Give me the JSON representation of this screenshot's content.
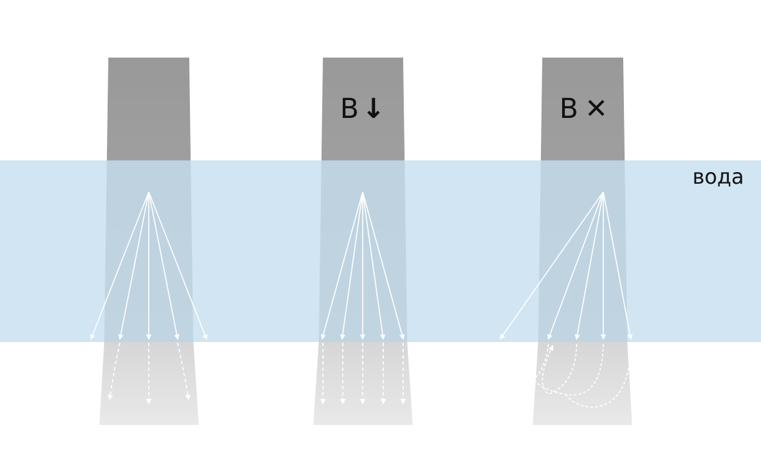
{
  "water_label": "вода",
  "columns": [
    {
      "id": "column-1",
      "label_letter": "",
      "label_symbol": ""
    },
    {
      "id": "column-2",
      "label_letter": "B",
      "label_symbol": "↓"
    },
    {
      "id": "column-3",
      "label_letter": "B",
      "label_symbol": "✕"
    }
  ],
  "colors": {
    "water": "#c5dff0",
    "column_top": "#999999",
    "column_bottom": "#e8e8e8",
    "arrow": "#ffffff"
  }
}
